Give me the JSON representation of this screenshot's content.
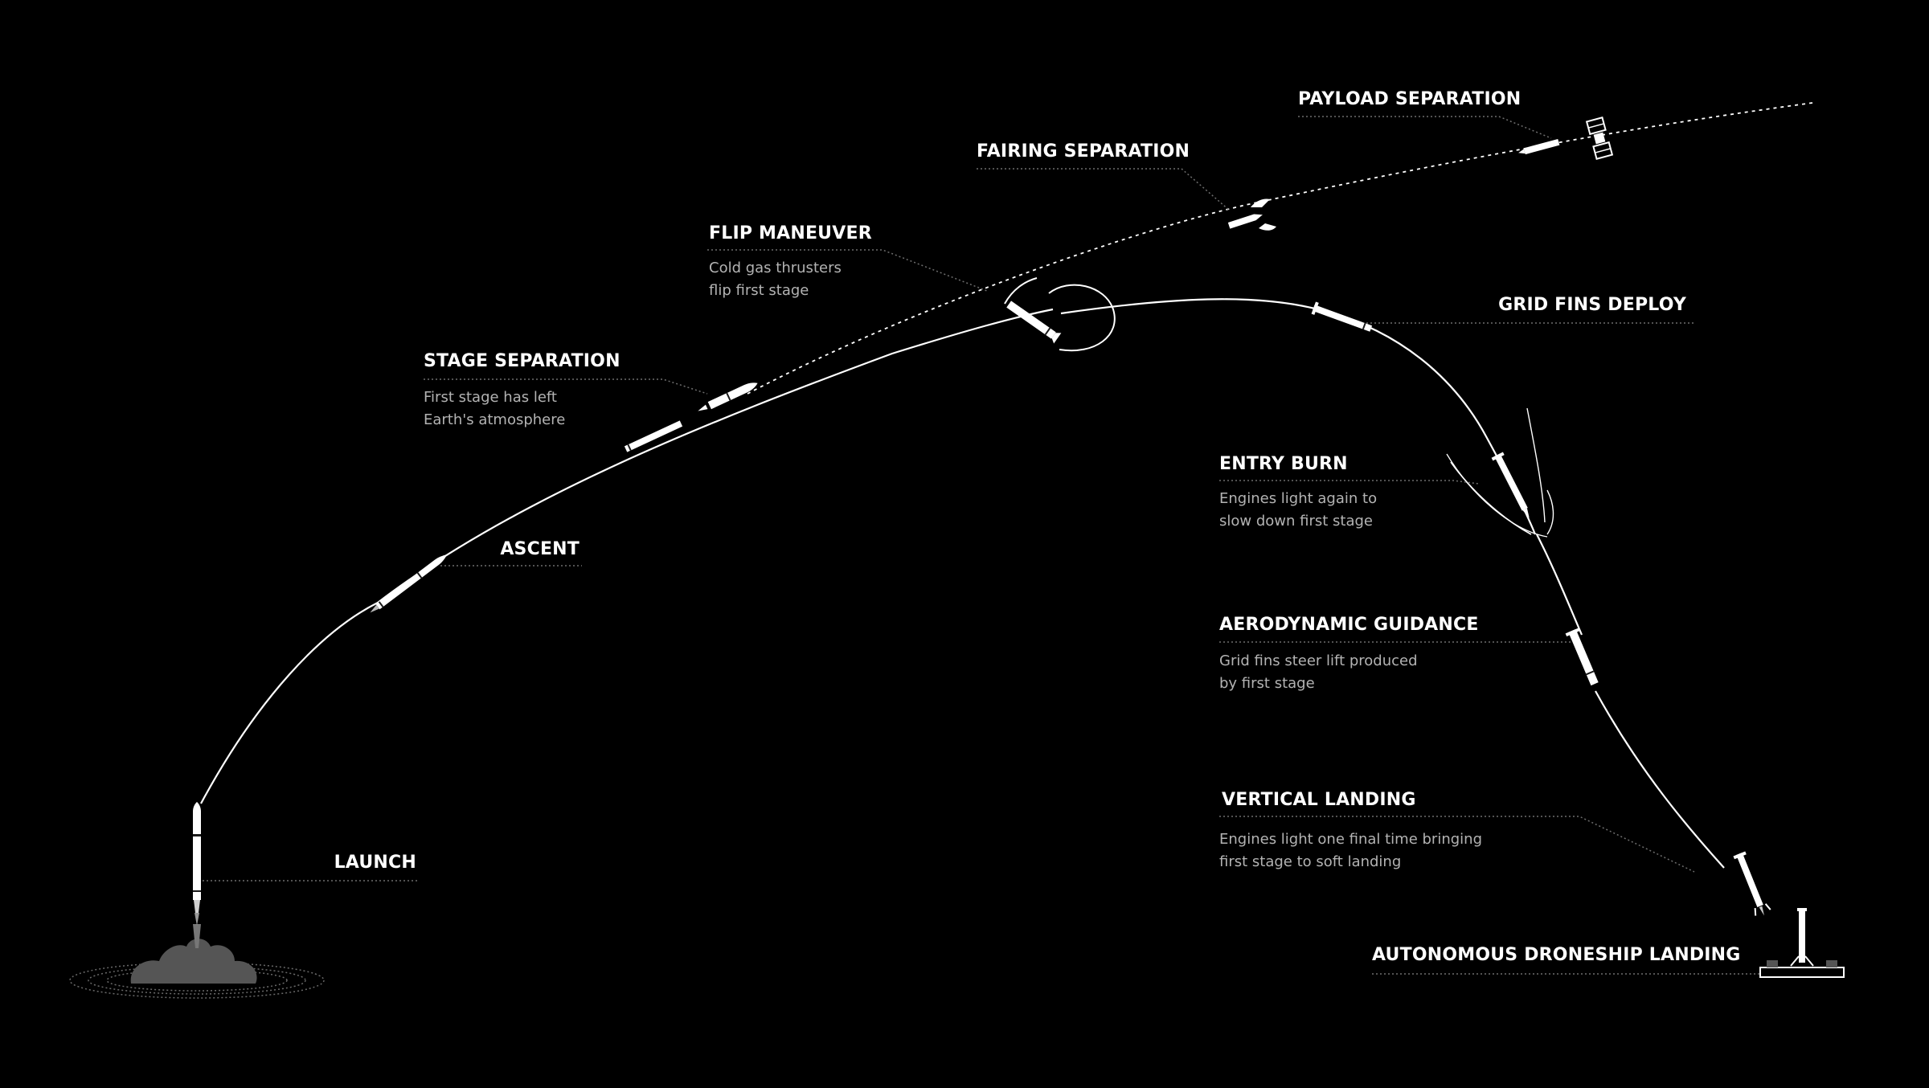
{
  "colors": {
    "background": "#000000",
    "title_text": "#ffffff",
    "description_text": "#b3b3b3",
    "trajectory": "#ffffff",
    "leader_line": "#6e6e6e",
    "smoke": "#555555"
  },
  "stages": {
    "launch": {
      "title": "LAUNCH"
    },
    "ascent": {
      "title": "ASCENT"
    },
    "stage_separation": {
      "title": "STAGE SEPARATION",
      "desc_line1": "First stage has left",
      "desc_line2": "Earth's atmosphere"
    },
    "flip_maneuver": {
      "title": "FLIP MANEUVER",
      "desc_line1": "Cold gas thrusters",
      "desc_line2": "flip first stage"
    },
    "fairing_separation": {
      "title": "FAIRING SEPARATION"
    },
    "payload_separation": {
      "title": "PAYLOAD SEPARATION"
    },
    "grid_fins_deploy": {
      "title": "GRID FINS DEPLOY"
    },
    "entry_burn": {
      "title": "ENTRY BURN",
      "desc_line1": "Engines light again to",
      "desc_line2": "slow down first stage"
    },
    "aerodynamic_guidance": {
      "title": "AERODYNAMIC GUIDANCE",
      "desc_line1": "Grid fins steer lift produced",
      "desc_line2": "by first stage"
    },
    "vertical_landing": {
      "title": "VERTICAL LANDING",
      "desc_line1": "Engines light one final time bringing",
      "desc_line2": "first stage to soft landing"
    },
    "droneship_landing": {
      "title": "AUTONOMOUS DRONESHIP LANDING"
    }
  },
  "icons": {
    "launch_rocket": "rocket-icon",
    "launch_smoke": "launch-smoke-icon",
    "ascent_rocket": "rocket-icon",
    "first_stage": "first-stage-icon",
    "second_stage": "second-stage-icon",
    "fairing": "fairing-halves-icon",
    "satellite": "satellite-icon",
    "droneship": "droneship-icon"
  }
}
